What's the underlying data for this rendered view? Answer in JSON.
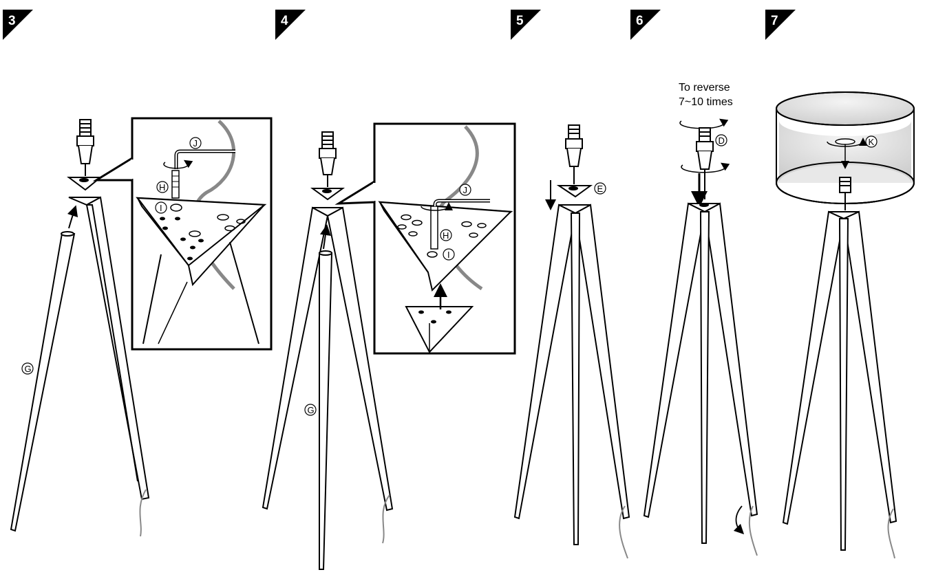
{
  "steps": [
    {
      "number": "3"
    },
    {
      "number": "4"
    },
    {
      "number": "5"
    },
    {
      "number": "6"
    },
    {
      "number": "7"
    }
  ],
  "callouts": {
    "G": "G",
    "H": "H",
    "I": "I",
    "J": "J",
    "D": "D",
    "E": "E",
    "K": "K"
  },
  "step6_note": {
    "line1": "To reverse",
    "line2": "7~10 times"
  },
  "colors": {
    "ink": "#000000",
    "cord": "#888888",
    "shade_inside": "#d8d8d8",
    "shade_inside_light": "#ececec"
  }
}
